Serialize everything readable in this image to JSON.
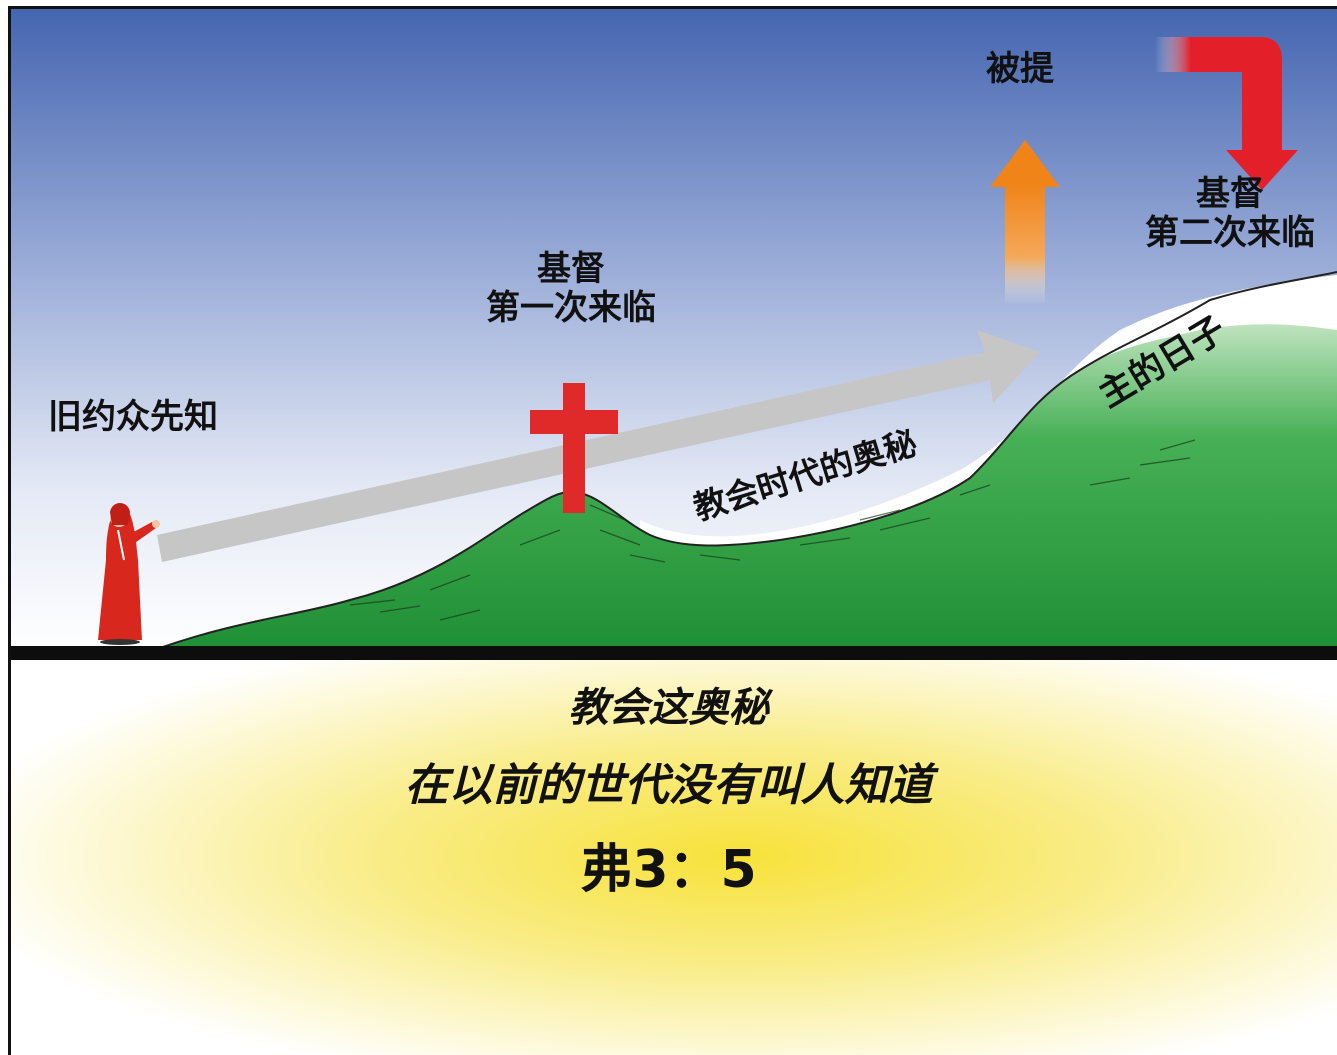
{
  "labels": {
    "prophets": "旧约众先知",
    "first_coming_line1": "基督",
    "first_coming_line2": "第一次来临",
    "rapture": "被提",
    "second_coming_line1": "基督",
    "second_coming_line2": "第二次来临",
    "church_age": "教会时代的奥秘",
    "day_of_lord": "主的日子"
  },
  "caption": {
    "line1": "教会这奥秘",
    "line2": "在以前的世代没有叫人知道",
    "reference": "弗3：5"
  },
  "colors": {
    "sky_top": "#4a68b0",
    "sky_bottom": "#f2f4fa",
    "hill": "#2ea042",
    "cross": "#e02a2a",
    "prophet": "#d8281e",
    "arrow_gray": "#c6c6c6",
    "rapture_arrow": "#f08a1c",
    "descent_arrow": "#e31f2a",
    "ground_line": "#0d0d0d",
    "bottom_glow": "#f7e23a"
  }
}
